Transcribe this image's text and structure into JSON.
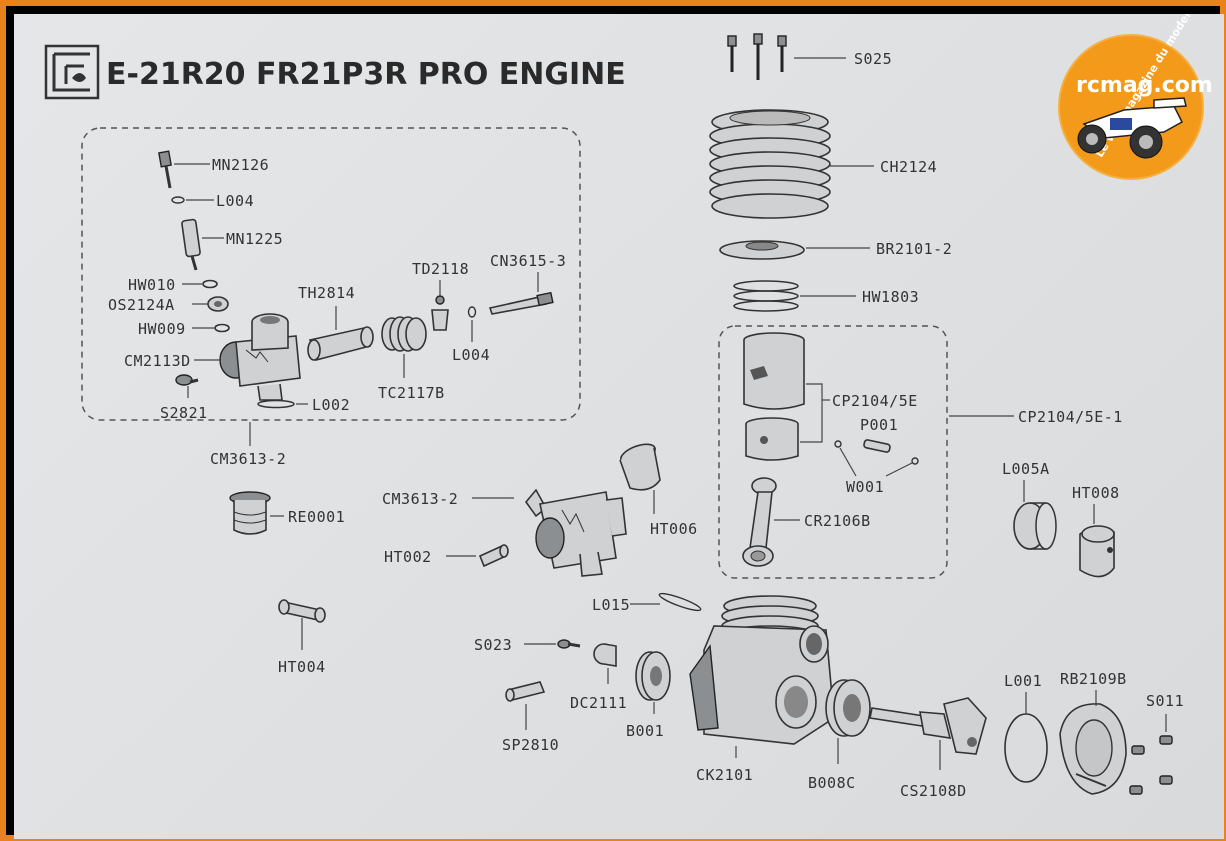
{
  "title": "E-21R20 FR21P3R PRO ENGINE",
  "logo": {
    "name": "rcmag.com",
    "tagline": "Le web magazine du modelisme",
    "color": "#f39a1a"
  },
  "parts": {
    "s025": "S025",
    "ch2124": "CH2124",
    "br2101_2": "BR2101-2",
    "hw1803": "HW1803",
    "cp2104_5e": "CP2104/5E",
    "cp2104_5e_1": "CP2104/5E-1",
    "p001": "P001",
    "w001": "W001",
    "cr2106b": "CR2106B",
    "l005a": "L005A",
    "ht008": "HT008",
    "mn2126": "MN2126",
    "l004_a": "L004",
    "mn1225": "MN1225",
    "hw010": "HW010",
    "os2124a": "OS2124A",
    "hw009": "HW009",
    "cm2113d": "CM2113D",
    "s2821": "S2821",
    "l002": "L002",
    "cm3613_2_a": "CM3613-2",
    "th2814": "TH2814",
    "tc2117b": "TC2117B",
    "td2118": "TD2118",
    "cn3615_3": "CN3615-3",
    "l004_b": "L004",
    "re0001": "RE0001",
    "cm3613_2_b": "CM3613-2",
    "ht002": "HT002",
    "ht006": "HT006",
    "ht004": "HT004",
    "l015": "L015",
    "s023": "S023",
    "sp2810": "SP2810",
    "dc2111": "DC2111",
    "b001": "B001",
    "ck2101": "CK2101",
    "b008c": "B008C",
    "cs2108d": "CS2108D",
    "l001": "L001",
    "rb2109b": "RB2109B",
    "s011": "S011"
  }
}
